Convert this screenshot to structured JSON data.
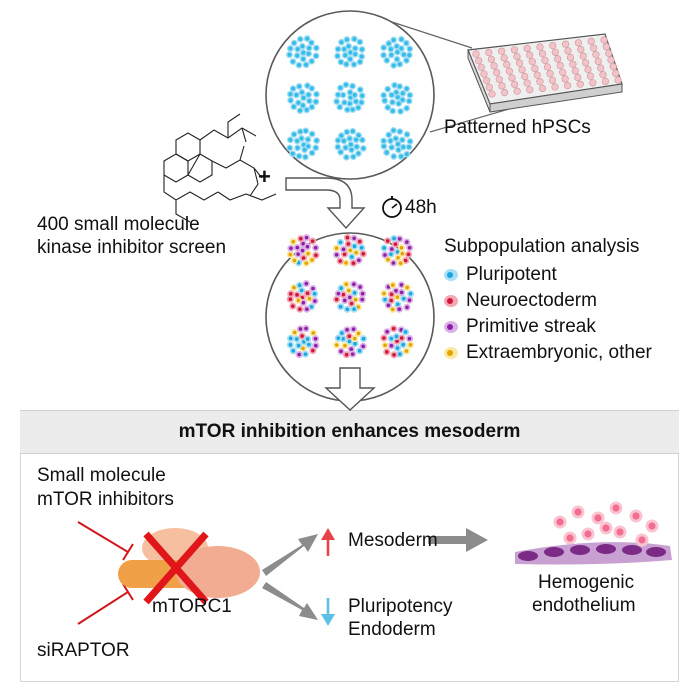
{
  "labels": {
    "patterned": "Patterned hPSCs",
    "screen_line1": "400 small molecule",
    "screen_line2": "kinase inhibitor screen",
    "plus": "+",
    "time": "48h",
    "subpop_title": "Subpopulation analysis",
    "banner": "mTOR inhibition enhances mesoderm",
    "inhib_line1": "Small molecule",
    "inhib_line2": "mTOR inhibitors",
    "siraptor": "siRAPTOR",
    "mtorc1": "mTORC1",
    "mesoderm": "Mesoderm",
    "pluri_line1": "Pluripotency",
    "pluri_line2": "Endoderm",
    "hemo_line1": "Hemogenic",
    "hemo_line2": "endothelium"
  },
  "legend": [
    {
      "name": "Pluripotent",
      "outer": "#a9dff5",
      "inner": "#1aa6e0"
    },
    {
      "name": "Neuroectoderm",
      "outer": "#f3a7b5",
      "inner": "#d0163b"
    },
    {
      "name": "Primitive streak",
      "outer": "#dcb3e6",
      "inner": "#8e1fa6"
    },
    {
      "name": "Extraembryonic, other",
      "outer": "#fbe8a2",
      "inner": "#e3a400"
    }
  ],
  "colors": {
    "pluripotent": "#33bde8",
    "plate": "#f3c3c8",
    "mtor_orange": "#f0a046",
    "mtor_salmon": "#f2ac92",
    "cross": "#e0161b",
    "inhib_line": "#d0161b",
    "arrow_gray": "#8c8c8c",
    "up_arrow": "#e8434a",
    "down_arrow": "#5ec0e6",
    "endo_cell": "#7b2a86",
    "endo_base": "#c9a0d2",
    "hemo_cell": "#f26d8f"
  },
  "icons": {
    "timer": "stopwatch-icon",
    "cross": "x-cross-icon"
  }
}
